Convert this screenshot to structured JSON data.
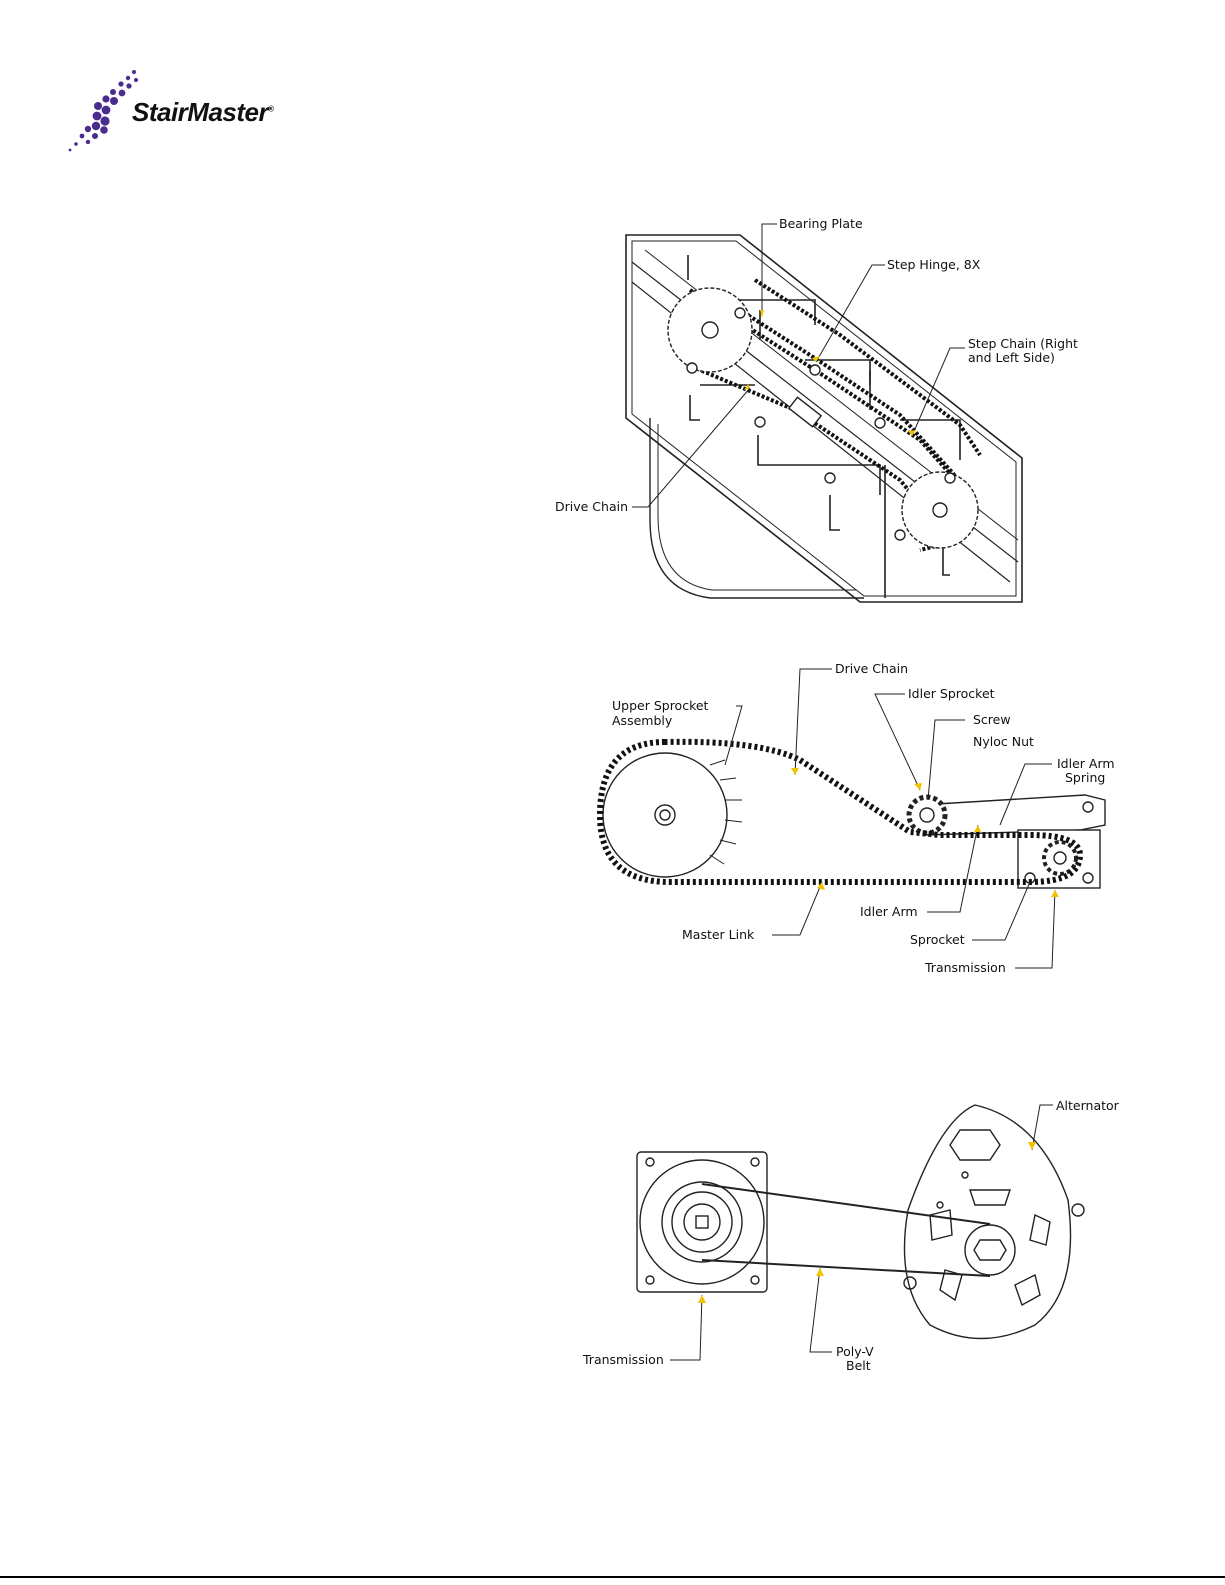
{
  "logo": {
    "brand": "StairMaster",
    "reg": "®",
    "accent": "#4a2c8f"
  },
  "figure1": {
    "labels": {
      "bearing_plate": "Bearing Plate",
      "step_hinge": "Step Hinge, 8X",
      "step_chain_1": "Step Chain (Right",
      "step_chain_2": "and Left Side)",
      "drive_chain": "Drive Chain"
    }
  },
  "figure2": {
    "labels": {
      "drive_chain": "Drive Chain",
      "idler_sprocket": "Idler Sprocket",
      "screw": "Screw",
      "nyloc_nut": "Nyloc Nut",
      "idler_arm_spring_1": "Idler Arm",
      "idler_arm_spring_2": "Spring",
      "upper_sprocket_1": "Upper Sprocket",
      "upper_sprocket_2": "Assembly",
      "idler_arm": "Idler Arm",
      "master_link": "Master Link",
      "sprocket": "Sprocket",
      "transmission": "Transmission"
    }
  },
  "figure3": {
    "labels": {
      "alternator": "Alternator",
      "transmission": "Transmission",
      "poly_v_1": "Poly-V",
      "poly_v_2": "Belt"
    }
  },
  "colors": {
    "leader_arrow": "#f2c200",
    "line": "#222222"
  }
}
